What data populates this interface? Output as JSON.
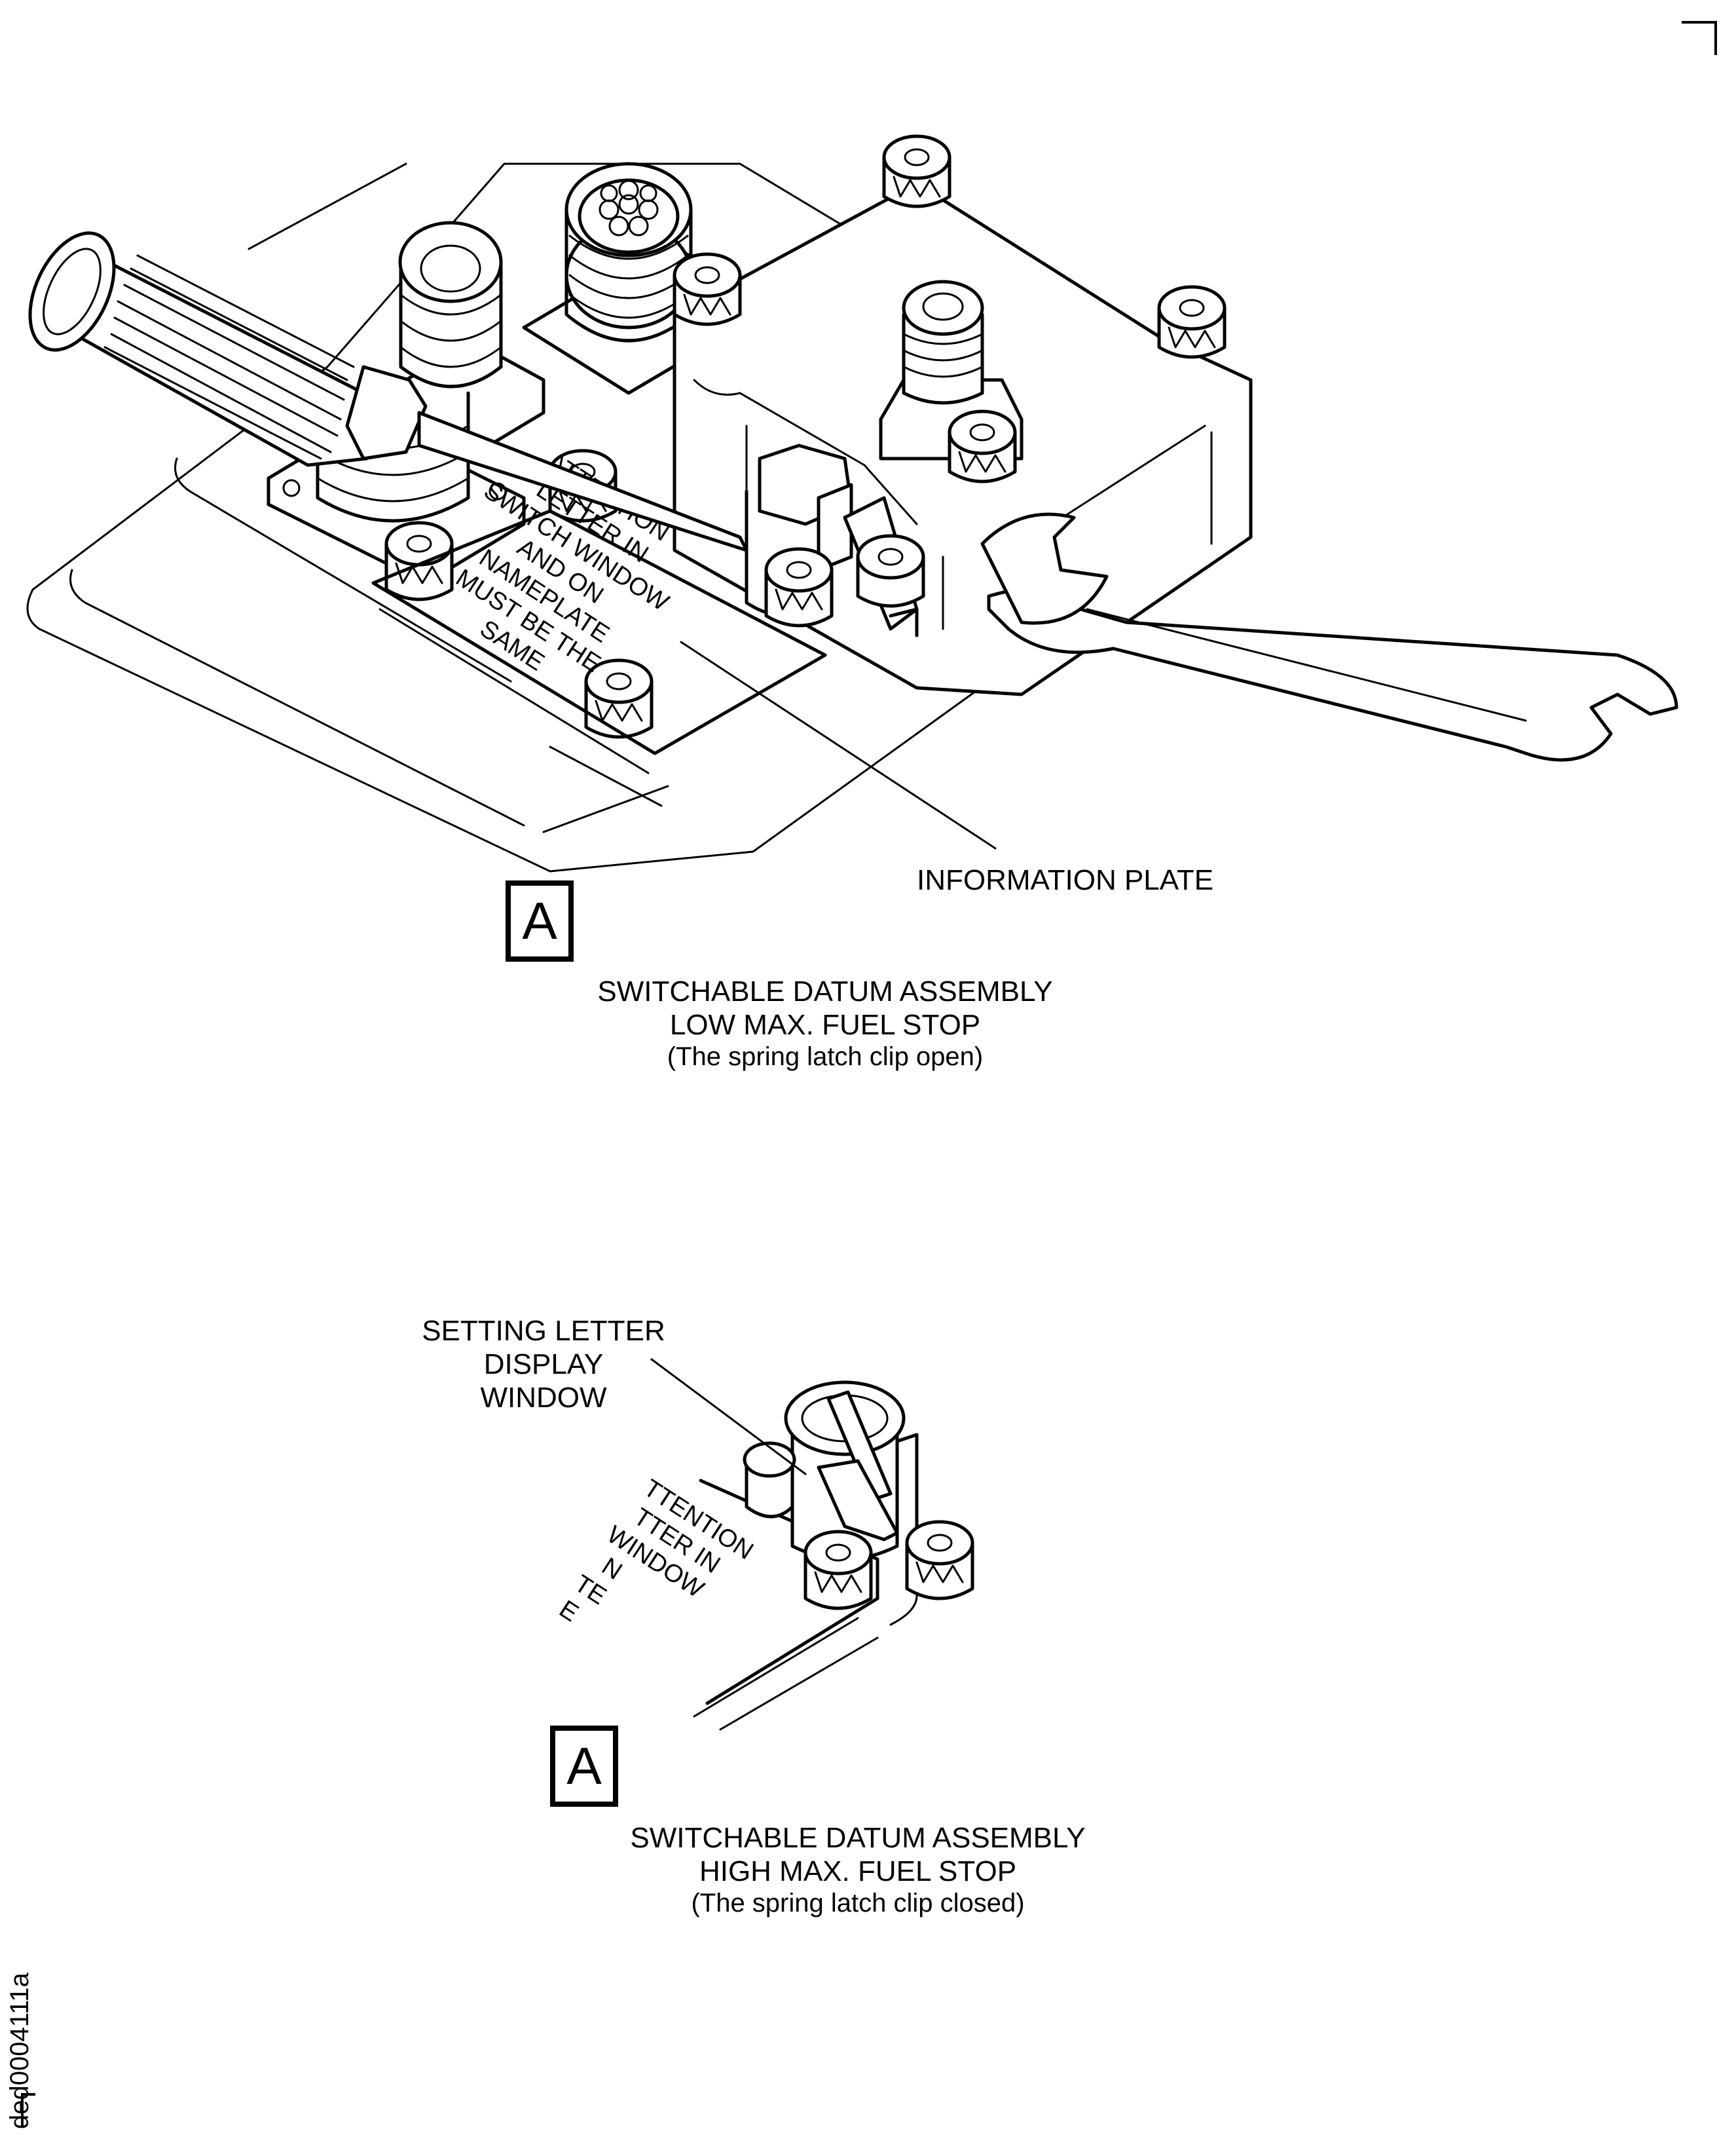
{
  "figure_id": "ded0004111a",
  "views": [
    {
      "view_label": "A",
      "title_line1": "SWITCHABLE DATUM ASSEMBLY",
      "title_line2": "LOW MAX. FUEL STOP",
      "note": "(The spring latch clip open)",
      "callouts": [
        {
          "text": "INFORMATION PLATE"
        }
      ],
      "plate_text": [
        "ATTENTION",
        "LETTER IN",
        "SWITCH WINDOW",
        "AND ON",
        "NAMEPLATE",
        "MUST BE THE",
        "SAME"
      ]
    },
    {
      "view_label": "A",
      "title_line1": "SWITCHABLE DATUM ASSEMBLY",
      "title_line2": "HIGH MAX. FUEL STOP",
      "note": "(The spring latch clip closed)",
      "callouts": [
        {
          "text_lines": [
            "SETTING LETTER",
            "DISPLAY",
            "WINDOW"
          ]
        }
      ],
      "plate_text": [
        "TTENTION",
        "TTER IN",
        "WINDOW",
        "N",
        "TE",
        "E"
      ]
    }
  ],
  "parts_depicted": [
    "screwdriver",
    "open-end wrench",
    "information plate",
    "electrical connector",
    "12-point bolts",
    "spring latch clip",
    "switch window"
  ]
}
